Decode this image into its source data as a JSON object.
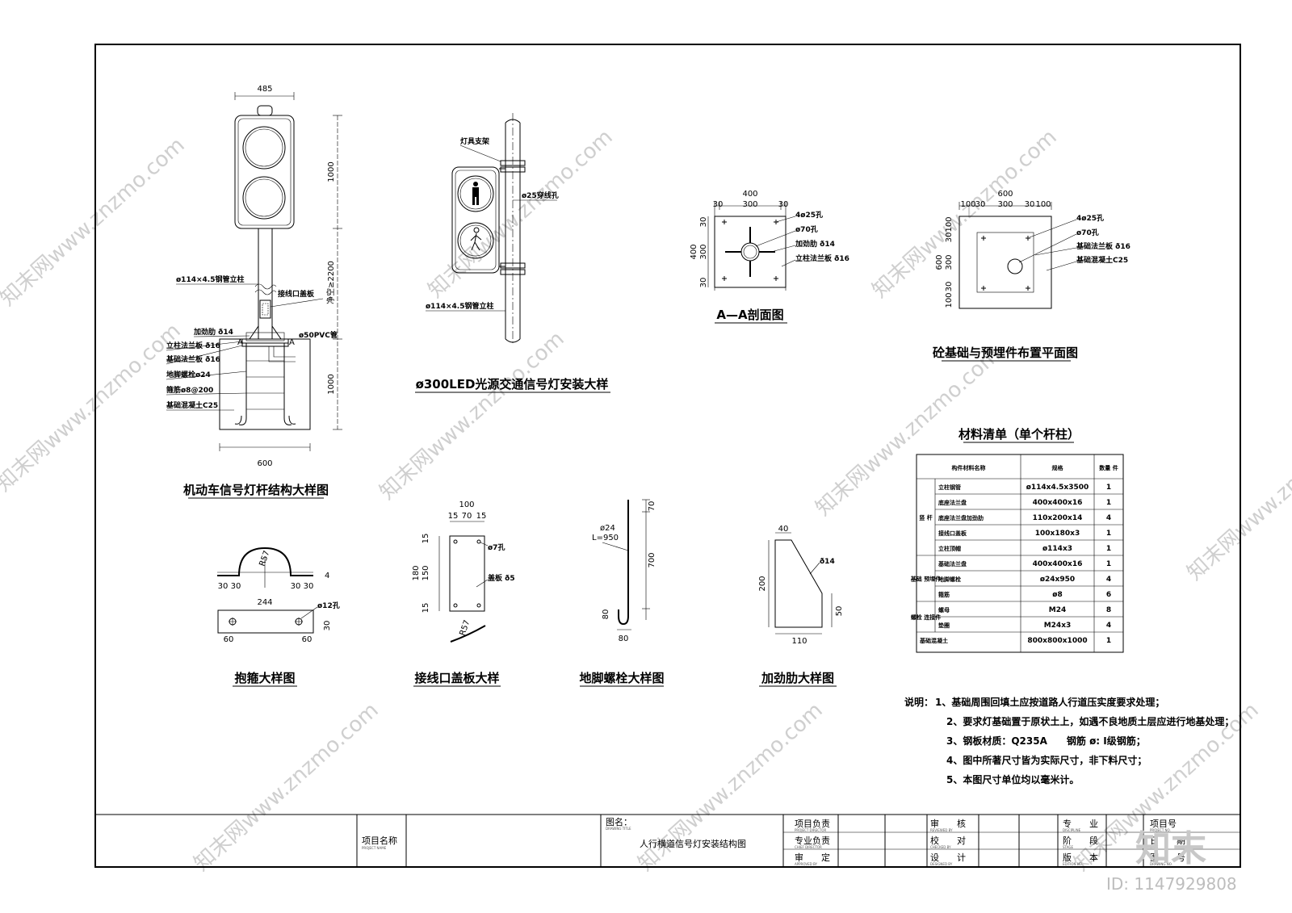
{
  "drawings": {
    "motor_pole": {
      "title": "机动车信号灯杆结构大样图",
      "dims": [
        "485",
        "1000",
        "净空≥2200",
        "1000",
        "600"
      ],
      "labels": [
        "ø114×4.5钢管立柱",
        "接线口盖板",
        "加劲肋 ð14",
        "立柱法兰板 ð16",
        "基础法兰板 ð16",
        "地脚螺栓ø24",
        "箍筋ø8@200",
        "基础混凝土C25",
        "ø50PVC管"
      ],
      "section_mark": "A"
    },
    "ped_light": {
      "title": "ø300LED光源交通信号灯安装大样",
      "labels": [
        "灯具支架",
        "ø25穿线孔",
        "ø114×4.5钢管立柱"
      ]
    },
    "section_aa": {
      "title": "A—A剖面图",
      "dims_top": [
        "400",
        "30",
        "300",
        "30"
      ],
      "dims_left": [
        "400",
        "30",
        "300",
        "30"
      ],
      "labels": [
        "4ø25孔",
        "ø70孔",
        "加劲肋 ð14",
        "立柱法兰板 ð16"
      ]
    },
    "foundation_plan": {
      "title": "砼基础与预埋件布置平面图",
      "dims_top": [
        "600",
        "100",
        "30",
        "300",
        "30",
        "100"
      ],
      "dims_left": [
        "600",
        "100",
        "30",
        "300",
        "30",
        "100"
      ],
      "labels": [
        "4ø25孔",
        "ø70孔",
        "基础法兰板 ð16",
        "基础混凝土C25"
      ]
    },
    "hoop": {
      "title": "抱箍大样图",
      "dims": [
        "R57",
        "30",
        "30",
        "30",
        "30",
        "4",
        "244",
        "ø12孔",
        "30",
        "60",
        "60"
      ]
    },
    "cover": {
      "title": "接线口盖板大样",
      "dims": [
        "100",
        "15",
        "70",
        "15",
        "15",
        "180",
        "150",
        "15",
        "ø7孔",
        "盖板 ð5",
        "R57"
      ]
    },
    "anchor": {
      "title": "地脚螺栓大样图",
      "dims": [
        "ø24",
        "L=950",
        "70",
        "700",
        "80",
        "80"
      ]
    },
    "rib": {
      "title": "加劲肋大样图",
      "dims": [
        "40",
        "ð14",
        "200",
        "50",
        "110"
      ]
    }
  },
  "materials": {
    "title": "材料清单（单个杆柱）",
    "headers": [
      "构件材料名称",
      "规格",
      "数量 件"
    ],
    "groups": [
      {
        "name": "竖 杆",
        "rows": [
          {
            "name": "立柱钢管",
            "spec": "ø114x4.5x3500",
            "qty": "1"
          },
          {
            "name": "底座法兰盘",
            "spec": "400x400x16",
            "qty": "1"
          },
          {
            "name": "底座法兰盘加劲肋",
            "spec": "110x200x14",
            "qty": "4"
          },
          {
            "name": "接线口盖板",
            "spec": "100x180x3",
            "qty": "1"
          },
          {
            "name": "立柱顶帽",
            "spec": "ø114x3",
            "qty": "1"
          }
        ]
      },
      {
        "name": "基础 预埋件",
        "rows": [
          {
            "name": "基础法兰盘",
            "spec": "400x400x16",
            "qty": "1"
          },
          {
            "name": "地脚螺栓",
            "spec": "ø24x950",
            "qty": "4"
          },
          {
            "name": "箍筋",
            "spec": "ø8",
            "qty": "6"
          }
        ]
      },
      {
        "name": "螺栓 连接件",
        "rows": [
          {
            "name": "螺母",
            "spec": "M24",
            "qty": "8"
          },
          {
            "name": "垫圈",
            "spec": "M24x3",
            "qty": "4"
          }
        ]
      }
    ],
    "footer": {
      "name": "基础混凝土",
      "spec": "800x800x1000",
      "qty": "1"
    }
  },
  "notes": {
    "prefix": "说明：",
    "items": [
      "1、基础周围回填土应按道路人行道压实度要求处理；",
      "2、要求灯基础置于原状土上，如遇不良地质土层应进行地基处理；",
      "3、钢板材质：Q235A　　钢筋 ø: Ⅰ级钢筋；",
      "4、图中所著尺寸皆为实际尺寸，非下料尺寸；",
      "5、本图尺寸单位均以毫米计。"
    ]
  },
  "title_block": {
    "project_name": "项目名称",
    "project_name_en": "PROJECT NAME",
    "drawing_title_label": "图名：",
    "drawing_title_en": "DRAWING TITLE",
    "drawing_title": "人行横道信号灯安装结构图",
    "roles_a": [
      {
        "label": "项目负责",
        "en": "PROJECT DIRECTOR"
      },
      {
        "label": "专业负责",
        "en": "CHIEF DIRECTOR"
      },
      {
        "label": "审　　定",
        "en": "APPROVED BY"
      }
    ],
    "roles_b": [
      {
        "label": "审　　核",
        "en": "REVIEWED BY"
      },
      {
        "label": "校　　对",
        "en": "CHECKED BY"
      },
      {
        "label": "设　　计",
        "en": "DESIGNED BY"
      }
    ],
    "roles_c": [
      {
        "label": "专　　业",
        "en": "DISCIPLINE"
      },
      {
        "label": "阶　　段",
        "en": "STAGE"
      },
      {
        "label": "版　　本",
        "en": "EDITION NO."
      }
    ],
    "roles_d": [
      {
        "label": "项目号",
        "en": "PROJECT NO."
      },
      {
        "label": "日　　期",
        "en": "DATE"
      },
      {
        "label": "图　　号",
        "en": "DRAWING NO."
      }
    ]
  },
  "watermarks": {
    "brand": "知末网www.znzmo.com",
    "logo": "知末",
    "id": "ID: 1147929808"
  }
}
